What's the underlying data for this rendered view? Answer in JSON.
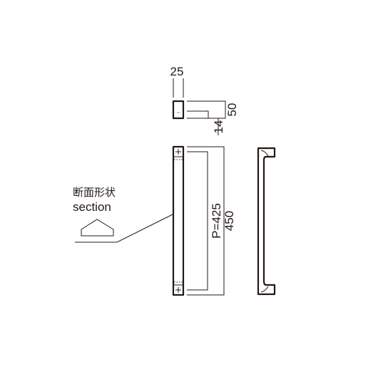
{
  "dimensions": {
    "depth_top": "25",
    "height_side": "50",
    "offset": "14",
    "pitch": "P=425",
    "length": "450"
  },
  "section": {
    "label_jp": "断面形状",
    "label_en": "section"
  },
  "colors": {
    "line": "#231815",
    "background": "#ffffff"
  }
}
